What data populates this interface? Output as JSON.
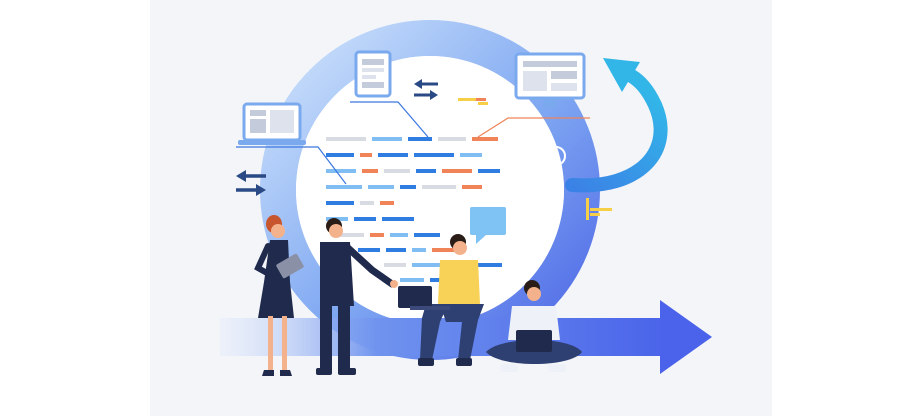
{
  "scene": {
    "subject": "agile-development-cycle",
    "colors": {
      "page_bg": "#ffffff",
      "panel_bg": "#f4f5f9",
      "arrow_blue": "#4f6bea",
      "arrow_light": "#8eb8f6",
      "cycle_arrow": "#35a6e6",
      "code_blue": "#2f7de1",
      "code_light": "#7fbdf2",
      "code_orange": "#f08358",
      "code_gray": "#d9dbe2",
      "device_frame": "#7aa9ee",
      "device_screen": "#e3e7ef",
      "yellow": "#f6cf47",
      "navy": "#1f2a4d",
      "skin": "#f3b28c",
      "hair_dark": "#2a1d18",
      "hair_red": "#c7552d",
      "shirt_yellow": "#f7d257",
      "shirt_white": "#eef1f8",
      "jeans": "#2e3f72"
    },
    "icons": [
      "laptop-icon",
      "tablet-icon",
      "monitor-icon",
      "transfer-arrows-icon",
      "lightbulb-icon",
      "chat-bubble-icon",
      "cycle-arrow-icon"
    ],
    "people": [
      "woman-with-tablet",
      "man-pointing",
      "man-with-laptop-sitting",
      "man-cross-legged-with-laptop"
    ]
  }
}
